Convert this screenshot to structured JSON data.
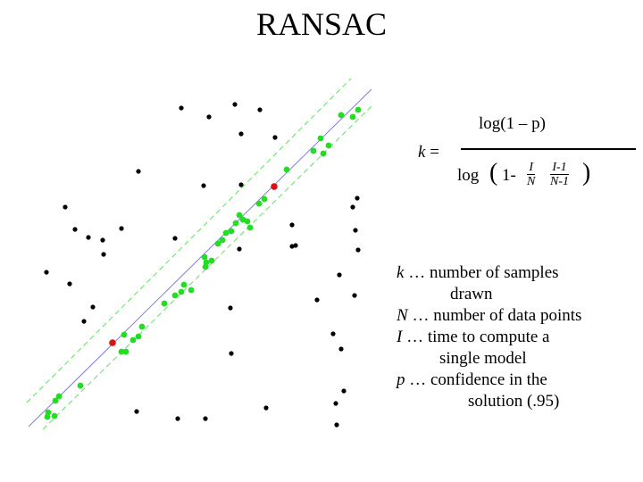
{
  "title": "RANSAC",
  "formula": {
    "lhs_var": "k",
    "lhs_eq": "=",
    "numerator": "log(1 – p)",
    "den_log": "log",
    "den_open": "(",
    "den_one_minus": "1-",
    "frac1_num": "I",
    "frac1_den": "N",
    "frac2_num": "I-1",
    "frac2_den": "N-1",
    "den_close": ")"
  },
  "legend": [
    {
      "var": "k",
      "line1": "  … number of samples",
      "line2": "drawn"
    },
    {
      "var": "N",
      "line1": " … number of data points",
      "line2": ""
    },
    {
      "var": "I",
      "line1": " … time to compute a",
      "line2": "single model"
    },
    {
      "var": "p",
      "line1": " … confidence in the",
      "line2": "solution (.95)"
    }
  ],
  "colors": {
    "outlier": "#000000",
    "inlier": "#22dd22",
    "sample": "#dd1111",
    "fit_line": "#7f7fdf",
    "threshold_band": "#66dd66"
  }
}
